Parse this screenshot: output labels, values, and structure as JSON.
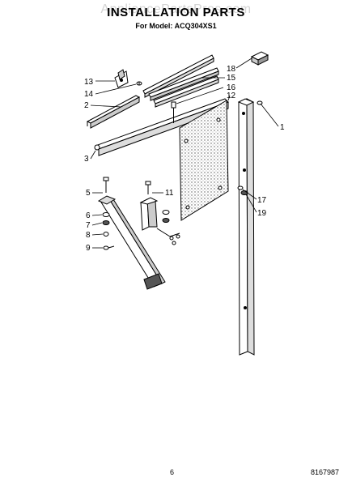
{
  "header": {
    "watermark": "AppliancePartsPros.com",
    "title": "INSTALLATION PARTS",
    "subtitle": "For Model: ACQ304XS1"
  },
  "callouts": {
    "c1": "1",
    "c2": "2",
    "c3": "3",
    "c5": "5",
    "c6": "6",
    "c7": "7",
    "c8": "8",
    "c9": "9",
    "c11": "11",
    "c12": "12",
    "c13": "13",
    "c14": "14",
    "c15": "15",
    "c16": "16",
    "c17": "17",
    "c18": "18",
    "c19": "19"
  },
  "footer": {
    "page_number": "6",
    "document_number": "8167987"
  }
}
